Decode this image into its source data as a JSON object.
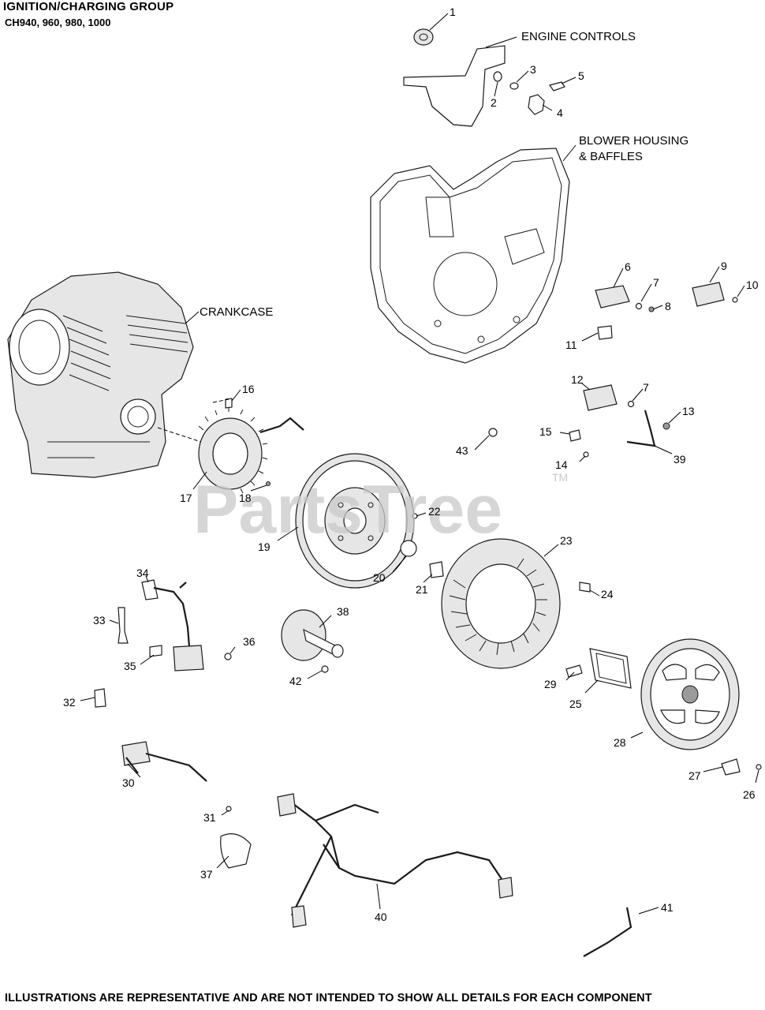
{
  "header": {
    "title": "IGNITION/CHARGING GROUP",
    "models": "CH940, 960, 980, 1000"
  },
  "footer": {
    "disclaimer": "ILLUSTRATIONS ARE REPRESENTATIVE AND ARE NOT INTENDED TO SHOW ALL DETAILS FOR EACH COMPONENT"
  },
  "watermark": {
    "text": "PartsTree",
    "tm": "TM"
  },
  "group_labels": {
    "engine_controls": "ENGINE CONTROLS",
    "blower_housing_1": "BLOWER HOUSING",
    "blower_housing_2": "& BAFFLES",
    "crankcase": "CRANKCASE"
  },
  "callouts": [
    "1",
    "2",
    "3",
    "4",
    "5",
    "6",
    "7",
    "8",
    "9",
    "10",
    "11",
    "12",
    "7",
    "13",
    "14",
    "15",
    "16",
    "17",
    "18",
    "19",
    "20",
    "21",
    "22",
    "23",
    "24",
    "25",
    "26",
    "27",
    "28",
    "29",
    "30",
    "31",
    "32",
    "33",
    "34",
    "35",
    "36",
    "37",
    "38",
    "39",
    "40",
    "41",
    "42",
    "43"
  ],
  "colors": {
    "ink": "#000000",
    "watermark": "#c9c9c9",
    "background": "#ffffff"
  }
}
